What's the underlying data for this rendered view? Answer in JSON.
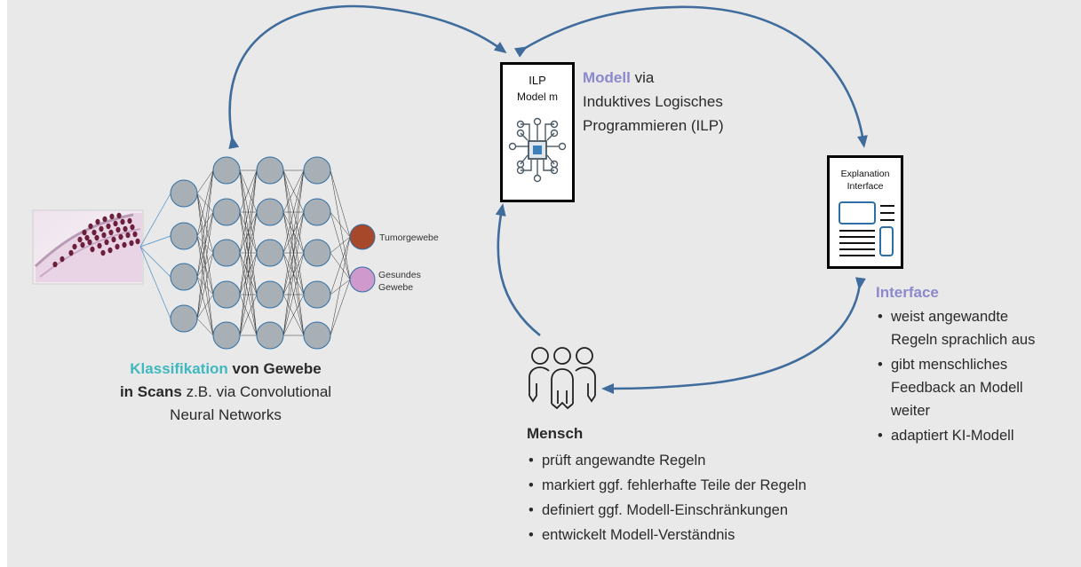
{
  "colors": {
    "background": "#e9e9e9",
    "arrow": "#3f6c9c",
    "node_fill": "#a9b0b5",
    "node_stroke": "#2f6fa6",
    "edge": "#2b2b2b",
    "teal": "#3fb8c0",
    "purple": "#8c88cc",
    "tumor": "#a8482b",
    "healthy": "#cf9acb",
    "text": "#2a2a2a"
  },
  "model": {
    "box_line1": "ILP",
    "box_line2": "Model m",
    "heading": "Modell",
    "heading_rest": " via",
    "line2": "Induktives Logisches",
    "line3": "Programmieren (ILP)",
    "icon": "chip-icon"
  },
  "explanation": {
    "box_line1": "Explanation",
    "box_line2": "Interface",
    "icon": "document-icon"
  },
  "interface": {
    "heading": "Interface",
    "bullets": [
      "weist angewandte",
      "Regeln sprachlich aus",
      "gibt menschliches",
      "Feedback an Modell",
      "weiter",
      "adaptiert KI-Modell"
    ]
  },
  "human": {
    "heading": "Mensch",
    "icon": "people-group-icon",
    "bullets": [
      "prüft angewandte Regeln",
      "markiert ggf. fehlerhafte Teile der Regeln",
      "definiert ggf. Modell-Einschränkungen",
      "entwickelt Modell-Verständnis"
    ]
  },
  "classification": {
    "word1": "Klassifikation",
    "word1_rest": " von Gewebe",
    "word2": "in Scans",
    "word2_rest": " z.B. via Convolutional",
    "line3": "Neural Networks"
  },
  "network": {
    "outputs": [
      "Tumorgewebe",
      "Gesundes",
      "Gewebe"
    ],
    "image": "tissue-scan-image"
  }
}
